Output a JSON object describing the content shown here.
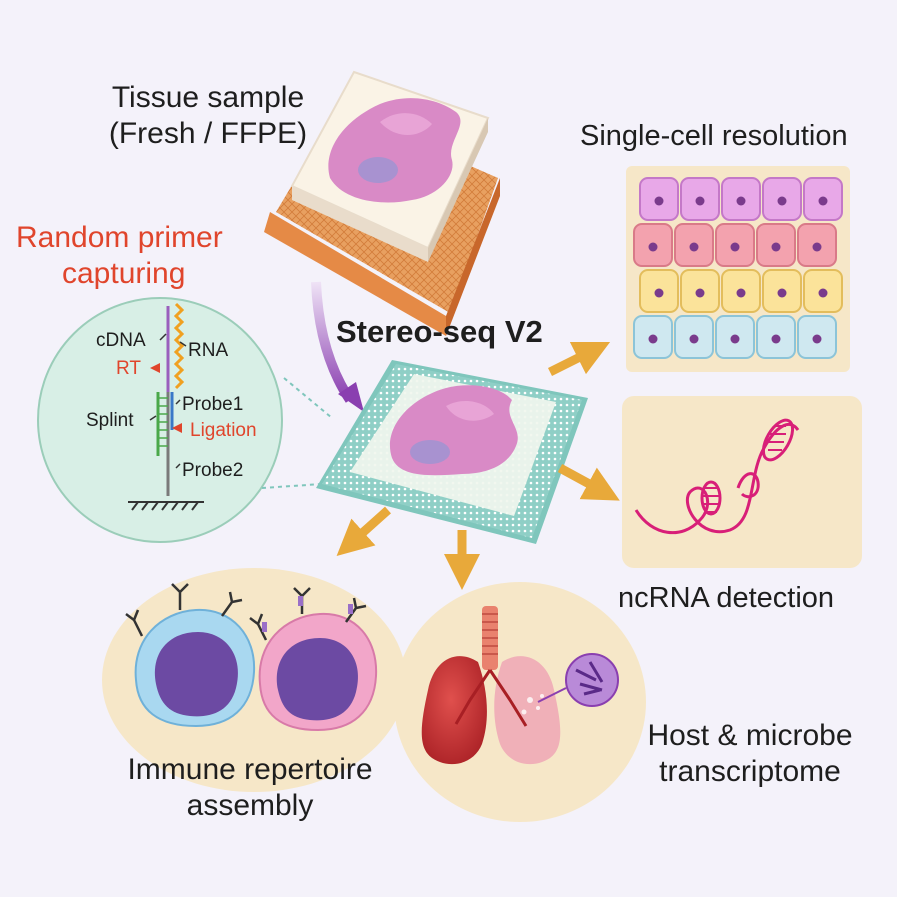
{
  "labels": {
    "tissue_line1": "Tissue sample",
    "tissue_line2": "(Fresh / FFPE)",
    "random_line1": "Random primer",
    "random_line2": "capturing",
    "stereo": "Stereo-seq V2",
    "single_cell": "Single-cell resolution",
    "ncrna": "ncRNA detection",
    "immune_line1": "Immune repertoire",
    "immune_line2": "assembly",
    "host_line1": "Host & microbe",
    "host_line2": "transcriptome"
  },
  "probe": {
    "cdna": "cDNA",
    "rna": "RNA",
    "rt": "RT",
    "probe1": "Probe1",
    "splint": "Splint",
    "ligation": "Ligation",
    "probe2": "Probe2"
  },
  "colors": {
    "background": "#f4f2fa",
    "accent_red": "#e0452c",
    "arrow_gold": "#e8a93a",
    "arrow_purple": "#8a3fb0",
    "chip_teal": "#9fd8d0",
    "tissue_pink": "#d98ac6",
    "panel_tan": "#f6e7c8"
  },
  "icons": [
    "tissue-block-icon",
    "stereo-chip-icon",
    "cell-grid-icon",
    "rna-strand-icon",
    "antibody-cell-icon",
    "lung-icon",
    "probe-diagram-icon"
  ]
}
